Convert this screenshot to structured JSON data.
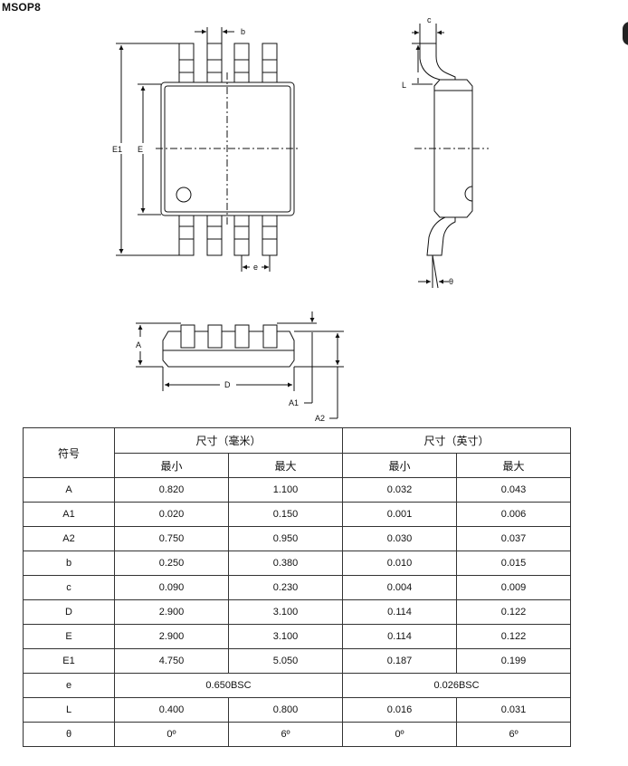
{
  "page": {
    "title": "MSOP8"
  },
  "drawing": {
    "top_view_labels": {
      "b": "b",
      "E1": "E1",
      "E": "E",
      "e": "e"
    },
    "side_view_labels": {
      "c": "c",
      "L": "L",
      "theta": "θ"
    },
    "front_view_labels": {
      "A": "A",
      "D": "D",
      "A1": "A1",
      "A2": "A2"
    }
  },
  "table": {
    "symbol_header": "符号",
    "mm_header": "尺寸（毫米）",
    "inch_header": "尺寸（英寸）",
    "min_label": "最小",
    "max_label": "最大",
    "rows": [
      {
        "symbol": "A",
        "mm_min": "0.820",
        "mm_max": "1.100",
        "in_min": "0.032",
        "in_max": "0.043"
      },
      {
        "symbol": "A1",
        "mm_min": "0.020",
        "mm_max": "0.150",
        "in_min": "0.001",
        "in_max": "0.006"
      },
      {
        "symbol": "A2",
        "mm_min": "0.750",
        "mm_max": "0.950",
        "in_min": "0.030",
        "in_max": "0.037"
      },
      {
        "symbol": "b",
        "mm_min": "0.250",
        "mm_max": "0.380",
        "in_min": "0.010",
        "in_max": "0.015"
      },
      {
        "symbol": "c",
        "mm_min": "0.090",
        "mm_max": "0.230",
        "in_min": "0.004",
        "in_max": "0.009"
      },
      {
        "symbol": "D",
        "mm_min": "2.900",
        "mm_max": "3.100",
        "in_min": "0.114",
        "in_max": "0.122"
      },
      {
        "symbol": "E",
        "mm_min": "2.900",
        "mm_max": "3.100",
        "in_min": "0.114",
        "in_max": "0.122"
      },
      {
        "symbol": "E1",
        "mm_min": "4.750",
        "mm_max": "5.050",
        "in_min": "0.187",
        "in_max": "0.199"
      }
    ],
    "row_e": {
      "symbol": "e",
      "mm_bsc": "0.650BSC",
      "in_bsc": "0.026BSC"
    },
    "row_L": {
      "symbol": "L",
      "mm_min": "0.400",
      "mm_max": "0.800",
      "in_min": "0.016",
      "in_max": "0.031"
    },
    "row_theta": {
      "symbol": "θ",
      "mm_min": "0º",
      "mm_max": "6º",
      "in_min": "0º",
      "in_max": "6º"
    }
  }
}
